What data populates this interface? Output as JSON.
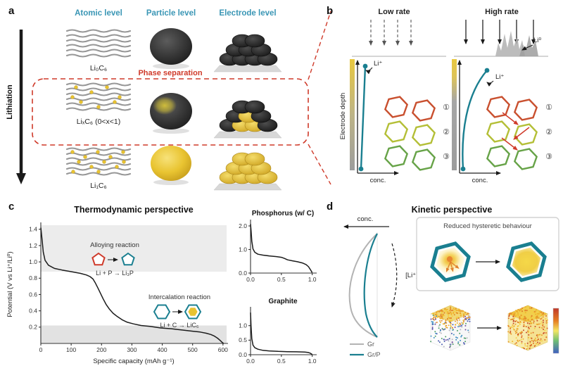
{
  "colors": {
    "header_blue": "#3a96b5",
    "teal": "#1a7f90",
    "red": "#cf3a2a",
    "yellow": "#e8c331",
    "green": "#67a348",
    "yellow_green": "#b4bf37",
    "orange_red": "#c9502f"
  },
  "panels": {
    "a": {
      "label": "a",
      "columns": [
        "Atomic level",
        "Particle level",
        "Electrode level"
      ],
      "lithiation_label": "Lithiation",
      "phase_separation_label": "Phase separation",
      "rows": [
        {
          "formula": "Li₀C₆"
        },
        {
          "formula": "LiₓC₆ (0<x<1)"
        },
        {
          "formula": "Li₁C₆"
        }
      ]
    },
    "b": {
      "label": "b",
      "low_rate_title": "Low rate",
      "high_rate_title": "High rate",
      "y_axis_label": "Electrode depth",
      "x_axis_label": "conc.",
      "li_ion_label": "Li⁺",
      "li_metal_label": "Li⁰",
      "markers": [
        "①",
        "②",
        "③"
      ]
    },
    "c": {
      "label": "c",
      "alloying_title": "Alloying reaction",
      "alloying_equation": "Li + P → Li₃P",
      "intercalation_title": "Intercalation reaction",
      "intercalation_equation": "Li + C → LiC₆"
    },
    "d": {
      "label": "d",
      "title": "Kinetic perspective",
      "conc_label": "conc.",
      "li_conc_label": "[Li⁺]",
      "box_title": "Reduced hysteretic behaviour",
      "legend": [
        {
          "name": "Gr"
        },
        {
          "name": "Gr/P"
        }
      ]
    }
  },
  "chart_data": [
    {
      "id": "main",
      "type": "line",
      "title": "Thermodynamic perspective",
      "xlabel": "Specific capacity (mAh g⁻¹)",
      "ylabel": "Potential (V vs Li⁺/Li⁰)",
      "xlim": [
        0,
        612
      ],
      "ylim": [
        0,
        1.45
      ],
      "xticks": [
        0,
        100,
        200,
        300,
        400,
        500,
        600
      ],
      "yticks": [
        0.2,
        0.4,
        0.6,
        0.8,
        1.0,
        1.2,
        1.4
      ],
      "bands": [
        {
          "from": 0.88,
          "to": 1.45,
          "color": "#ececec"
        },
        {
          "from": 0.0,
          "to": 0.22,
          "color": "#e2e2e2"
        }
      ],
      "points": [
        [
          0,
          1.42
        ],
        [
          4,
          1.28
        ],
        [
          8,
          1.12
        ],
        [
          14,
          1.02
        ],
        [
          25,
          0.96
        ],
        [
          45,
          0.92
        ],
        [
          70,
          0.9
        ],
        [
          100,
          0.88
        ],
        [
          130,
          0.86
        ],
        [
          150,
          0.84
        ],
        [
          162,
          0.82
        ],
        [
          172,
          0.79
        ],
        [
          180,
          0.74
        ],
        [
          188,
          0.68
        ],
        [
          196,
          0.62
        ],
        [
          205,
          0.55
        ],
        [
          215,
          0.48
        ],
        [
          226,
          0.42
        ],
        [
          238,
          0.37
        ],
        [
          252,
          0.33
        ],
        [
          268,
          0.29
        ],
        [
          285,
          0.26
        ],
        [
          305,
          0.24
        ],
        [
          330,
          0.22
        ],
        [
          360,
          0.21
        ],
        [
          395,
          0.19
        ],
        [
          430,
          0.18
        ],
        [
          465,
          0.165
        ],
        [
          500,
          0.15
        ],
        [
          525,
          0.14
        ],
        [
          545,
          0.125
        ],
        [
          560,
          0.11
        ],
        [
          572,
          0.09
        ],
        [
          582,
          0.065
        ],
        [
          590,
          0.04
        ],
        [
          597,
          0.015
        ],
        [
          602,
          0.0
        ]
      ]
    },
    {
      "id": "sub1",
      "type": "line",
      "title": "Phosphorus (w/ C)",
      "xlim": [
        0,
        1.05
      ],
      "ylim": [
        0,
        2.15
      ],
      "xticks": [
        0,
        0.5,
        1.0
      ],
      "yticks": [
        0,
        1.0,
        2.0
      ],
      "points": [
        [
          0,
          2.08
        ],
        [
          0.01,
          1.75
        ],
        [
          0.02,
          1.35
        ],
        [
          0.04,
          1.02
        ],
        [
          0.07,
          0.88
        ],
        [
          0.12,
          0.8
        ],
        [
          0.2,
          0.76
        ],
        [
          0.3,
          0.73
        ],
        [
          0.42,
          0.7
        ],
        [
          0.5,
          0.67
        ],
        [
          0.55,
          0.62
        ],
        [
          0.6,
          0.56
        ],
        [
          0.68,
          0.52
        ],
        [
          0.76,
          0.48
        ],
        [
          0.84,
          0.43
        ],
        [
          0.9,
          0.36
        ],
        [
          0.94,
          0.27
        ],
        [
          0.97,
          0.15
        ],
        [
          1.0,
          0.02
        ]
      ]
    },
    {
      "id": "sub2",
      "type": "line",
      "title": "Graphite",
      "xlim": [
        0,
        1.05
      ],
      "ylim": [
        0,
        1.55
      ],
      "xticks": [
        0,
        0.5,
        1.0
      ],
      "yticks": [
        0,
        0.5,
        1.0
      ],
      "points": [
        [
          0,
          1.45
        ],
        [
          0.008,
          1.0
        ],
        [
          0.02,
          0.55
        ],
        [
          0.04,
          0.33
        ],
        [
          0.07,
          0.24
        ],
        [
          0.12,
          0.19
        ],
        [
          0.2,
          0.15
        ],
        [
          0.3,
          0.13
        ],
        [
          0.45,
          0.115
        ],
        [
          0.6,
          0.105
        ],
        [
          0.75,
          0.1
        ],
        [
          0.88,
          0.09
        ],
        [
          0.94,
          0.075
        ],
        [
          0.97,
          0.05
        ],
        [
          1.0,
          0.01
        ]
      ]
    }
  ]
}
